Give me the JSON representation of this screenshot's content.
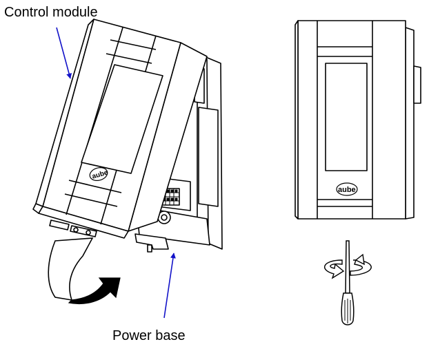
{
  "callouts": {
    "control_module": "Control module",
    "power_base": "Power base"
  },
  "brand": {
    "logo_text": "aube"
  },
  "colors": {
    "callout_arrow": "#1212c8",
    "line": "#000000",
    "fill": "#ffffff",
    "curl_arrow": "#000000"
  },
  "icons": {
    "rotate": "curved-rotate-arrow-icon",
    "screwdriver": "screwdriver-icon",
    "turn": "turn-arrows-icon"
  }
}
